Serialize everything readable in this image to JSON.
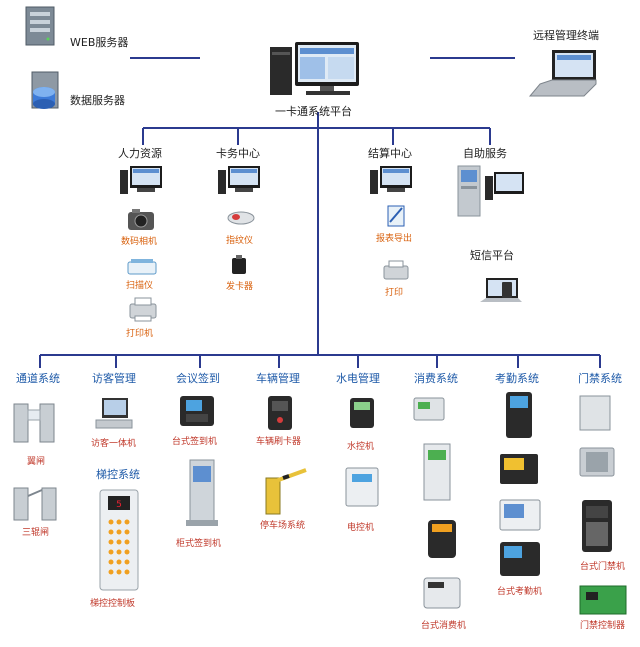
{
  "servers": {
    "web": "WEB服务器",
    "db": "数据服务器",
    "platform": "一卡通系统平台",
    "remote": "远程管理终端"
  },
  "centers": {
    "hr": "人力资源",
    "card": "卡务中心",
    "settle": "结算中心",
    "self": "自助服务",
    "sms": "短信平台"
  },
  "center_devices": {
    "camera": "数码相机",
    "scanner": "扫描仪",
    "printer1": "打印机",
    "fingerprint": "指纹仪",
    "issuer": "发卡器",
    "report": "报表导出",
    "printer2": "打印"
  },
  "subsystems": {
    "channel": "通道系统",
    "visitor": "访客管理",
    "meeting": "会议签到",
    "vehicle": "车辆管理",
    "utility": "水电管理",
    "consume": "消费系统",
    "attendance": "考勤系统",
    "access": "门禁系统",
    "elevator": "梯控系统"
  },
  "sub_devices": {
    "gate": "翼闸",
    "tripod": "三辊闸",
    "visitor_terminal": "访客一体机",
    "elevator_panel": "梯控控制板",
    "desk_signin": "台式签到机",
    "cabinet_signin": "柜式签到机",
    "vehicle_reader": "车辆刷卡器",
    "parking": "停车场系统",
    "water": "水控机",
    "power": "电控机",
    "pos": "台式消费机",
    "attendance_machine": "台式考勤机",
    "access_machine": "台式门禁机",
    "access_controller": "门禁控制器"
  },
  "colors": {
    "line": "#2b3a8f",
    "device_label": "#d9620f",
    "sub_title": "#1e5aa8"
  }
}
